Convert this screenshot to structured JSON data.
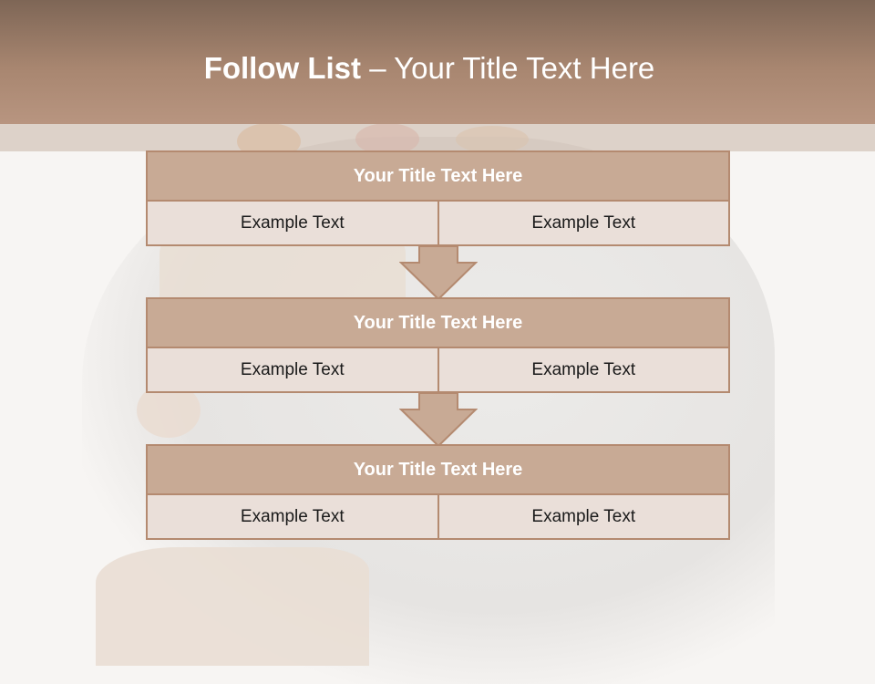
{
  "slide": {
    "title_bold": "Follow List",
    "title_rest": " – Your Title Text Here"
  },
  "steps": [
    {
      "title": "Your Title Text Here",
      "left": "Example Text",
      "right": "Example Text"
    },
    {
      "title": "Your Title Text Here",
      "left": "Example Text",
      "right": "Example Text"
    },
    {
      "title": "Your Title Text Here",
      "left": "Example Text",
      "right": "Example Text"
    }
  ],
  "colors": {
    "header": "#a88670",
    "box_title": "#c8aa95",
    "box_cell": "#eadfd9",
    "border": "#b48a70"
  }
}
